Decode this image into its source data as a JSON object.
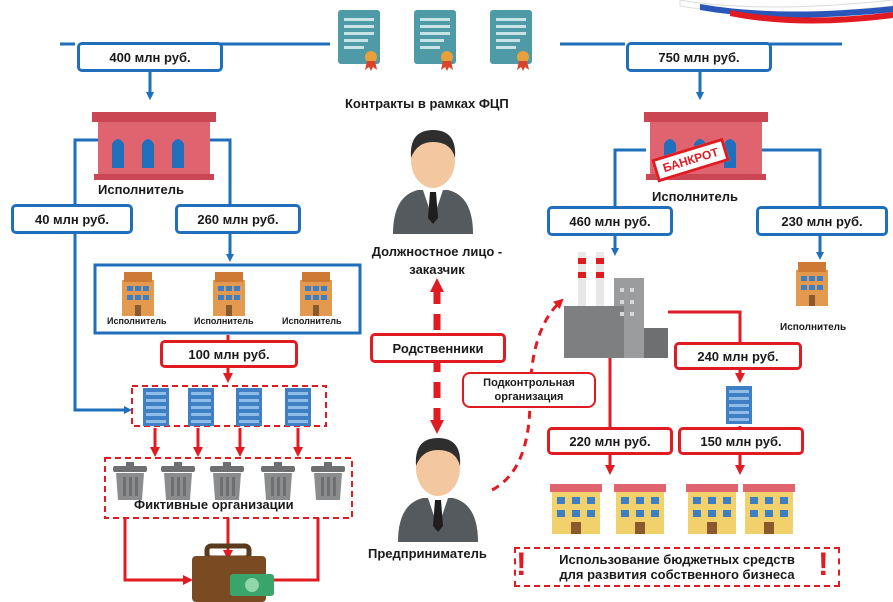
{
  "contracts_label": "Контракты в рамках ФЦП",
  "left": {
    "amount_main": "400 млн руб.",
    "executor_label": "Исполнитель",
    "amount_a": "40 млн руб.",
    "amount_b": "260 млн руб.",
    "sub_executors": [
      "Исполнитель",
      "Исполнитель",
      "Исполнитель"
    ],
    "amount_c": "100 млн руб.",
    "fictitious_label": "Фиктивные организации"
  },
  "right": {
    "amount_main": "750 млн руб.",
    "executor_label": "Исполнитель",
    "bankrupt": "БАНКРОТ",
    "amount_a": "460 млн руб.",
    "amount_b": "230 млн руб.",
    "sub_executor": "Исполнитель",
    "amount_c": "240 млн руб.",
    "amount_d": "220 млн руб.",
    "amount_e": "150 млн руб.",
    "controlled_org": "Подконтрольная организация",
    "warning_line1": "Использование бюджетных средств",
    "warning_line2": "для развития собственного бизнеса",
    "exclaim": "!"
  },
  "center": {
    "official_line1": "Должностное лицо -",
    "official_line2": "заказчик",
    "relatives": "Родственники",
    "entrepreneur": "Предприниматель"
  },
  "colors": {
    "blue": "#1f6fbd",
    "red": "#e01b22",
    "doc": "#4e9aa6",
    "building_red": "#e06470",
    "brick": "#e39a4e",
    "gray": "#7d7f80"
  },
  "icons": [
    "document-icon",
    "bank-building-icon",
    "office-building-icon",
    "factory-icon",
    "trash-bin-icon",
    "person-icon",
    "briefcase-money-icon",
    "tower-icon"
  ]
}
